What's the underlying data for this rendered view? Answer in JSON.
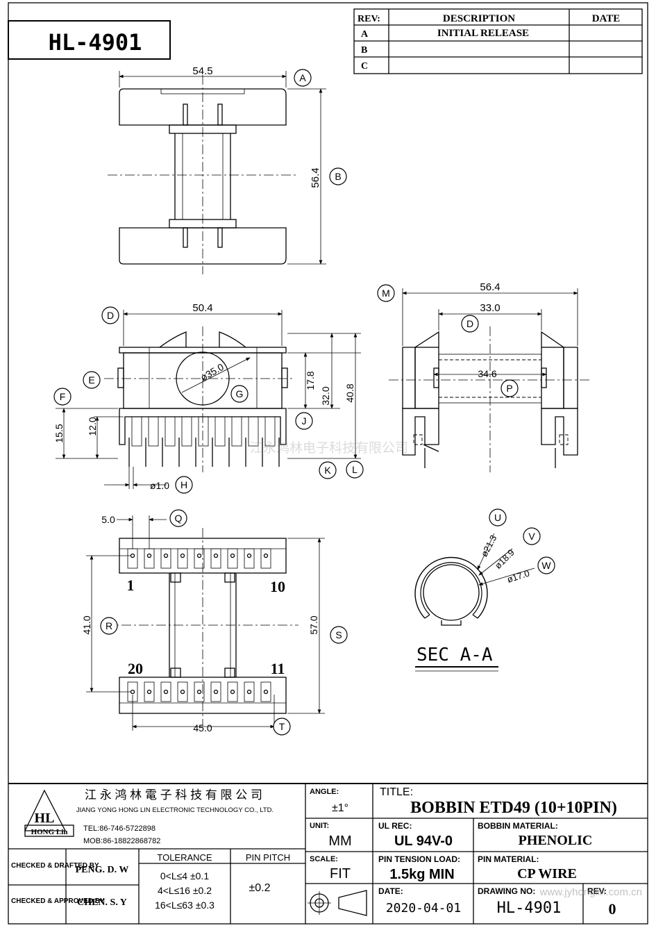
{
  "part_number": "HL-4901",
  "revision_table": {
    "headers": [
      "REV:",
      "DESCRIPTION",
      "DATE"
    ],
    "rows": [
      {
        "rev": "A",
        "description": "INITIAL RELEASE",
        "date": ""
      },
      {
        "rev": "B",
        "description": "",
        "date": ""
      },
      {
        "rev": "C",
        "description": "",
        "date": ""
      }
    ]
  },
  "dimensions": {
    "top_width": "54.5",
    "top_height": "56.4",
    "front_width": "50.4",
    "front_dia": "ø35.0",
    "front_h1": "17.8",
    "front_h2": "32.0",
    "front_h3": "40.8",
    "front_left1": "15.5",
    "front_left2": "12.0",
    "pin_dia": "ø1.0",
    "side_width": "56.4",
    "side_inner": "33.0",
    "side_core": "34.6",
    "bottom_pitch": "5.0",
    "bottom_h1": "41.0",
    "bottom_h2": "57.0",
    "bottom_width": "45.0",
    "sec_d1": "ø21.3",
    "sec_d2": "ø18.9",
    "sec_d3": "ø17.0"
  },
  "callouts": [
    "A",
    "B",
    "D",
    "E",
    "F",
    "G",
    "H",
    "J",
    "K",
    "L",
    "M",
    "D",
    "P",
    "Q",
    "R",
    "S",
    "T",
    "U",
    "V",
    "W"
  ],
  "pin_labels": {
    "p1": "1",
    "p10": "10",
    "p20": "20",
    "p11": "11"
  },
  "section_label": "SEC  A-A",
  "watermark": "江永鸿林电子科技有限公司",
  "title_block": {
    "company_cn": "江 永 鸿 林 電 子 科 技 有 限 公 司",
    "company_en": "JIANG YONG HONG LIN ELECTRONIC TECHNOLOGY CO., LTD.",
    "logo_letters": "HL",
    "logo_text": "HONG Lin",
    "tel": "TEL:86-746-5722898",
    "mob": "MOB:86-18822868782",
    "checked_drafted_label": "CHECKED & DRAFTED BY",
    "checked_drafted": "PENG. D. W",
    "checked_approved_label": "CHECKED & APPROVED BY",
    "checked_approved": "CHEN. S. Y",
    "tolerance_label": "TOLERANCE",
    "tolerance_rows": [
      "0<L≤4   ±0.1",
      "4<L≤16  ±0.2",
      "16<L≤63 ±0.3"
    ],
    "pin_pitch_label": "PIN PITCH",
    "pin_pitch": "±0.2",
    "angle_label": "ANGLE:",
    "angle": "±1°",
    "unit_label": "UNIT:",
    "unit": "MM",
    "scale_label": "SCALE:",
    "scale": "FIT",
    "title_label": "TITLE:",
    "title": "BOBBIN ETD49 (10+10PIN)",
    "ul_rec_label": "UL REC:",
    "ul_rec": "UL 94V-0",
    "bobbin_material_label": "BOBBIN MATERIAL:",
    "bobbin_material": "PHENOLIC",
    "pin_tension_label": "PIN TENSION LOAD:",
    "pin_tension": "1.5kg MIN",
    "pin_material_label": "PIN MATERIAL:",
    "pin_material": "CP WIRE",
    "date_label": "DATE:",
    "date": "2020-04-01",
    "drawing_no_label": "DRAWING NO:",
    "drawing_no": "HL-4901",
    "rev_label": "REV:",
    "rev": "0",
    "website": "www.jyhonglin.com.cn"
  }
}
